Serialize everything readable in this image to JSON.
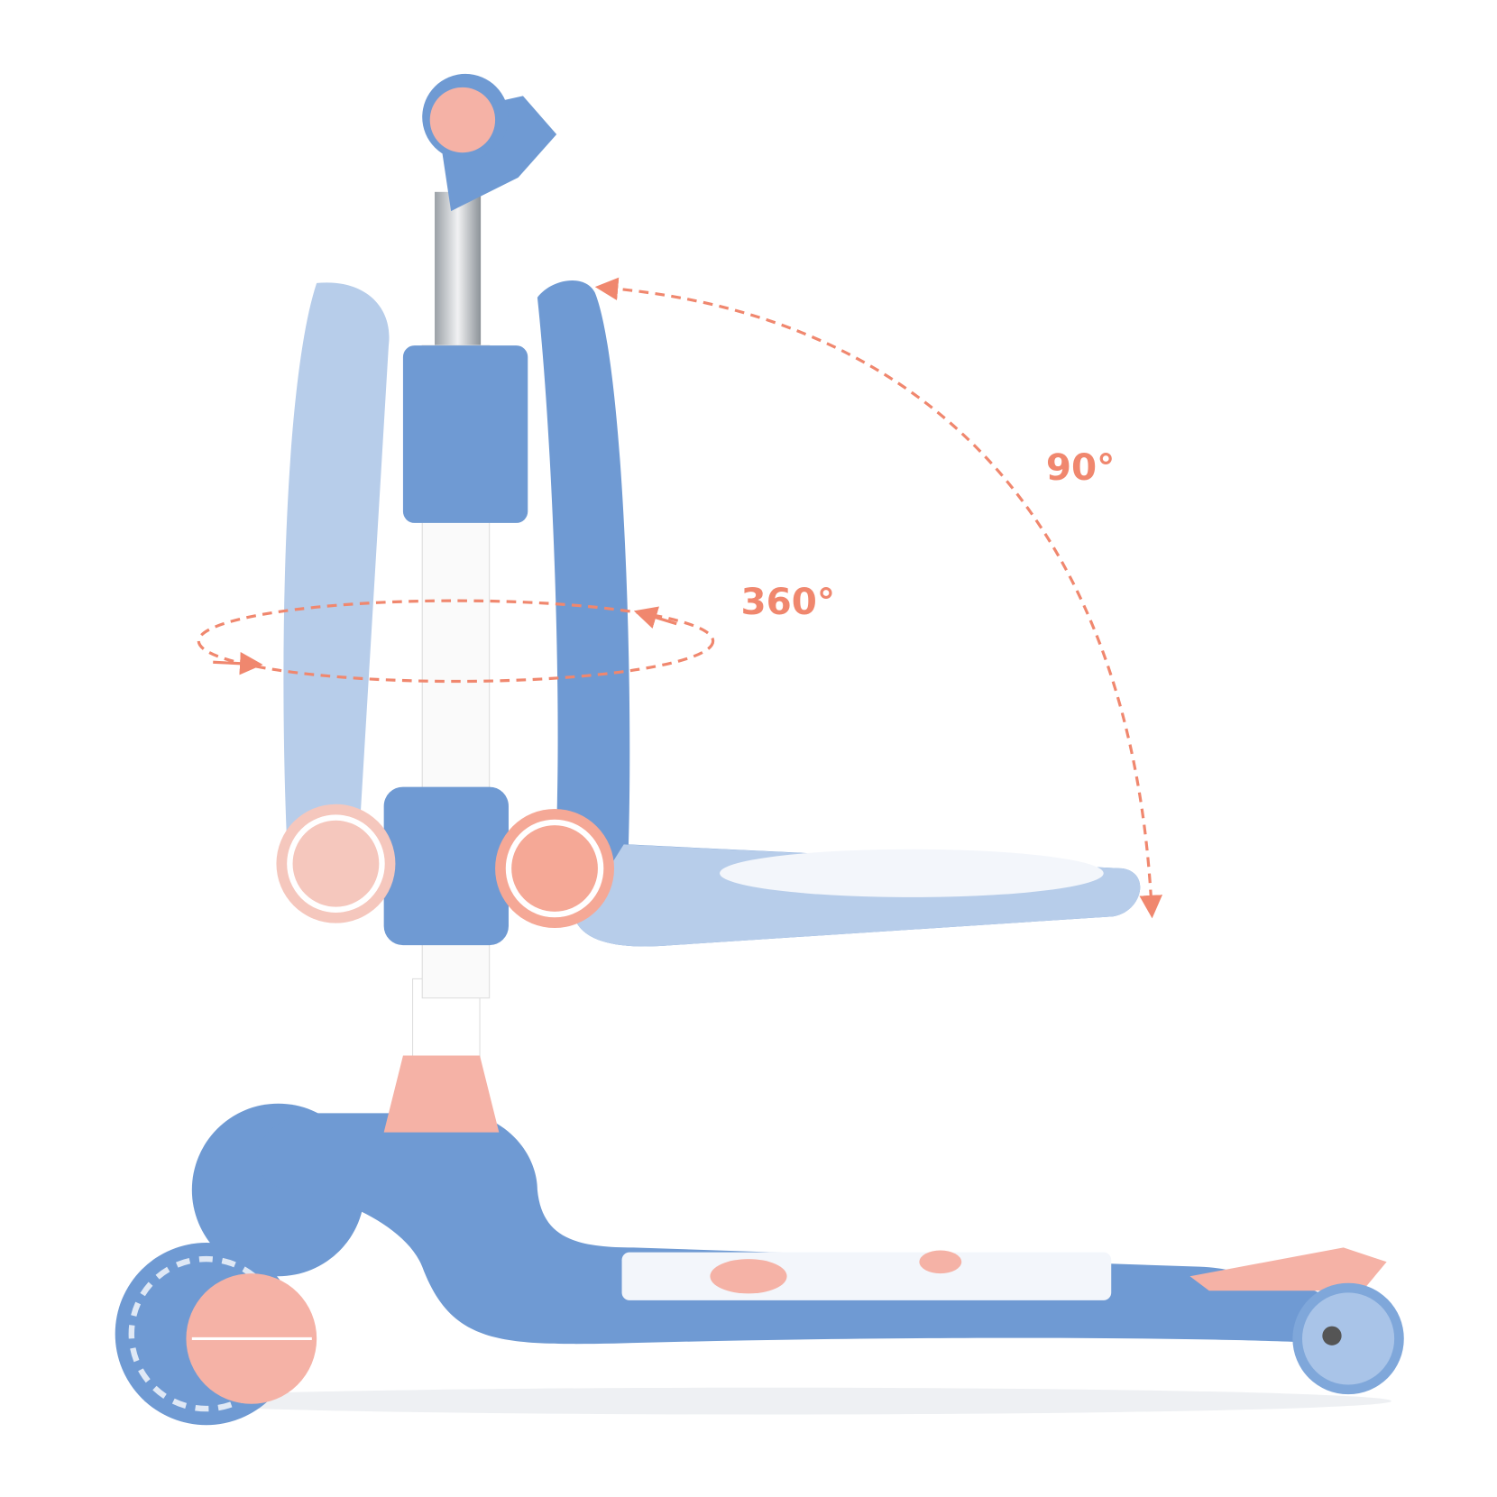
{
  "annotations": {
    "fold_angle": "90°",
    "rotation_angle": "360°"
  },
  "colors": {
    "body_blue": "#6f9ad3",
    "light_blue": "#b7cdea",
    "pink": "#f5b2a6",
    "arrow_coral": "#f0876e",
    "background": "#ffffff"
  },
  "subject": "kids-scooter-with-seat"
}
